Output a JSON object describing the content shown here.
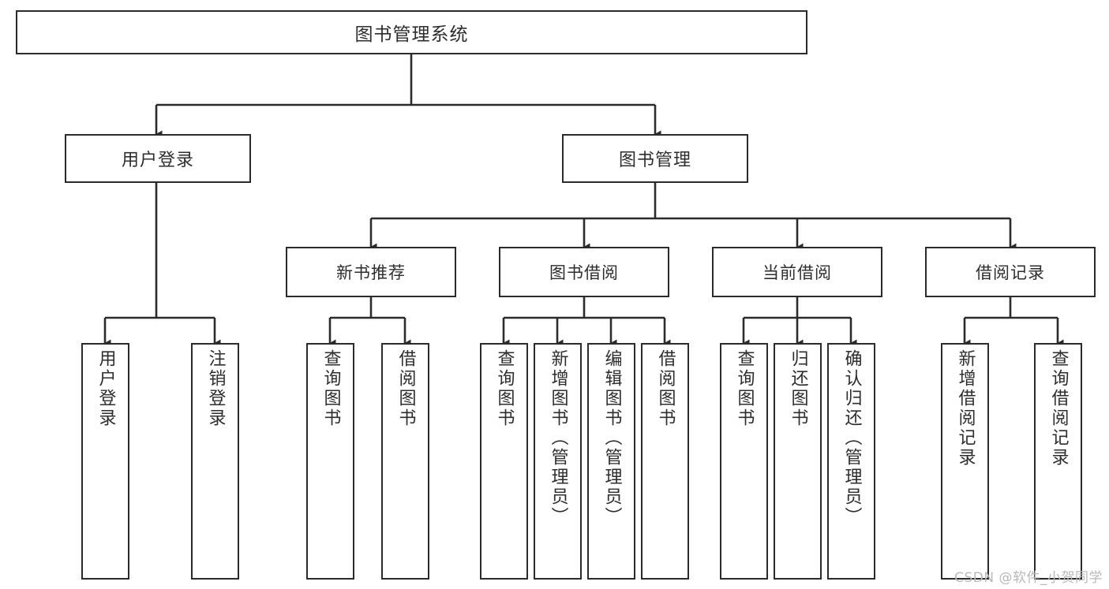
{
  "diagram": {
    "title": "图书管理系统",
    "type": "tree-hierarchy",
    "watermark": "CSDN @软件_小贺同学",
    "colors": {
      "box_border": "#2b2b2b",
      "box_fill": "#ffffff",
      "connector": "#2b2b2b",
      "text": "#2d2d2d",
      "watermark": "#b9b9b9"
    }
  },
  "root": {
    "label": "图书管理系统"
  },
  "level2": [
    {
      "label": "用户登录"
    },
    {
      "label": "图书管理"
    }
  ],
  "level3": [
    {
      "label": "新书推荐"
    },
    {
      "label": "图书借阅"
    },
    {
      "label": "当前借阅"
    },
    {
      "label": "借阅记录"
    }
  ],
  "leaves": {
    "user_login": [
      {
        "label": "用户登录"
      },
      {
        "label": "注销登录"
      }
    ],
    "new_book_recommend": [
      {
        "label": "查询图书"
      },
      {
        "label": "借阅图书"
      }
    ],
    "book_borrow": [
      {
        "label": "查询图书"
      },
      {
        "label": "新增图书（管理员）"
      },
      {
        "label": "编辑图书（管理员）"
      },
      {
        "label": "借阅图书"
      }
    ],
    "current_borrow": [
      {
        "label": "查询图书"
      },
      {
        "label": "归还图书"
      },
      {
        "label": "确认归还（管理员）"
      }
    ],
    "borrow_record": [
      {
        "label": "新增借阅记录"
      },
      {
        "label": "查询借阅记录"
      }
    ]
  }
}
